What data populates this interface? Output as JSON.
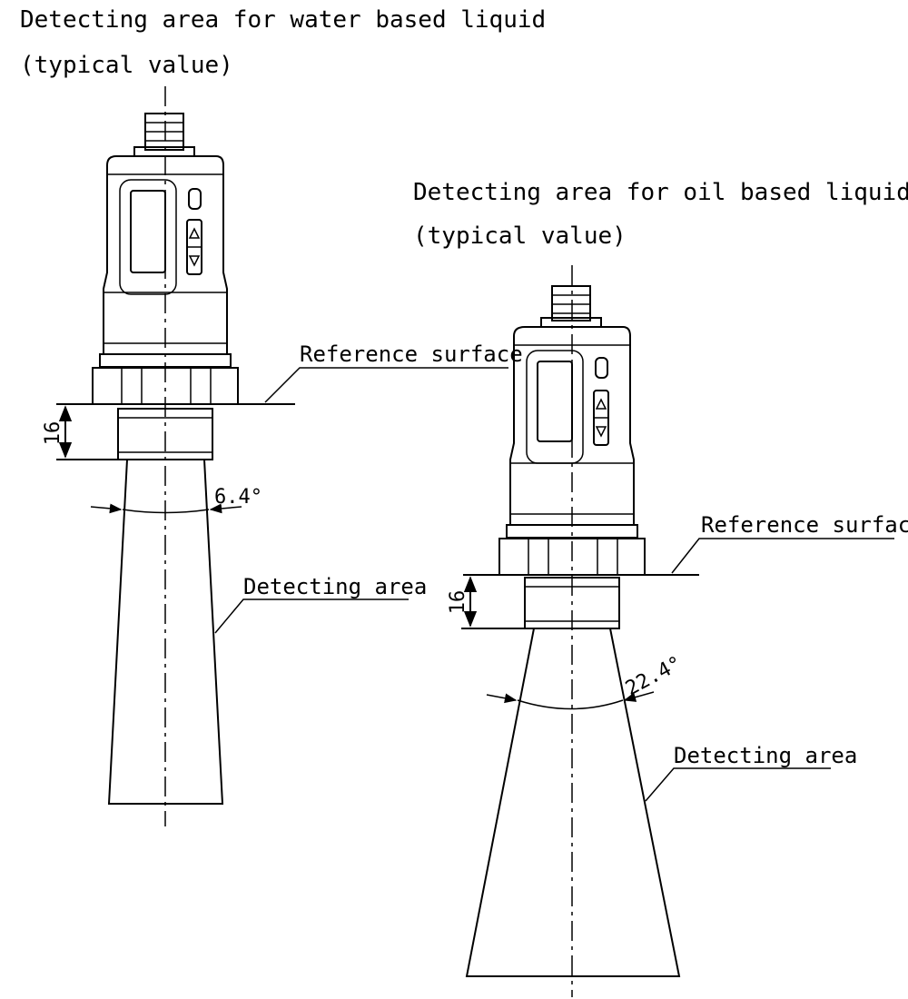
{
  "left": {
    "title_line1": "Detecting area for water based liquid",
    "title_line2": "(typical value)",
    "reference_label": "Reference surface",
    "dimension_label": "16",
    "angle_label": "6.4°",
    "area_label": "Detecting area"
  },
  "right": {
    "title_line1": "Detecting area for oil based liquid or powder",
    "title_line2": "(typical value)",
    "reference_label": "Reference surface",
    "dimension_label": "16",
    "angle_label": "22.4°",
    "area_label": "Detecting area"
  },
  "sensor": {
    "display_button_symbol": "0",
    "up_symbol": "▲",
    "down_symbol": "▼"
  }
}
